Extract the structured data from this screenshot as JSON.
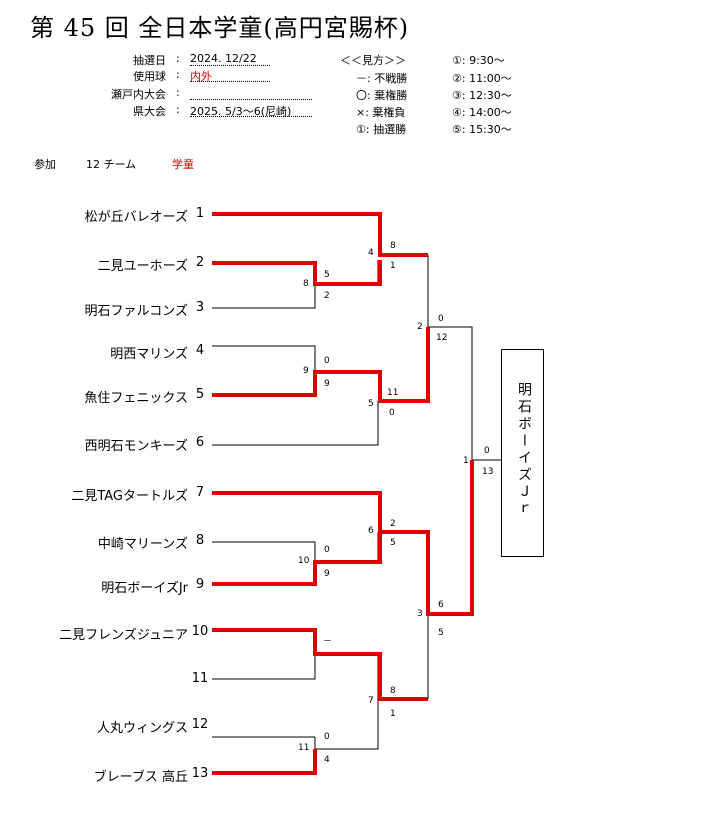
{
  "title": "第 45 回 全日本学童(高円宮賜杯)",
  "info": [
    {
      "label": "抽選日",
      "value": "2024. 12/22"
    },
    {
      "label": "使用球",
      "value": "内外"
    },
    {
      "label": "瀬戸内大会",
      "value": ""
    },
    {
      "label": "県大会",
      "value": "2025. 5/3～6(尼崎)"
    }
  ],
  "legend": {
    "heading": "＜＜見方＞＞",
    "items": [
      "－: 不戦勝",
      "〇: 棄権勝",
      "×: 棄権負",
      "①: 抽選勝"
    ]
  },
  "times": [
    "①:  9:30～",
    "②: 11:00～",
    "③: 12:30～",
    "④: 14:00～",
    "⑤: 15:30～"
  ],
  "participation": {
    "label": "参加",
    "count": "12 チーム",
    "category": "学童"
  },
  "teams": [
    {
      "name": "松が丘バレオーズ",
      "num": "1"
    },
    {
      "name": "二見ユーホーズ",
      "num": "2"
    },
    {
      "name": "明石ファルコンズ",
      "num": "3"
    },
    {
      "name": "明西マリンズ",
      "num": "4"
    },
    {
      "name": "魚住フェニックス",
      "num": "5"
    },
    {
      "name": "西明石モンキーズ",
      "num": "6"
    },
    {
      "name": "二見TAGタートルズ",
      "num": "7"
    },
    {
      "name": "中崎マリーンズ",
      "num": "8"
    },
    {
      "name": "明石ボーイズJr",
      "num": "9"
    },
    {
      "name": "二見フレンズジュニア",
      "num": "10"
    },
    {
      "name": "",
      "num": "11"
    },
    {
      "name": "人丸ウィングス",
      "num": "12"
    },
    {
      "name": "ブレーブス 高丘",
      "num": "13"
    }
  ],
  "match_numbers": [
    "8",
    "4",
    "9",
    "5",
    "2",
    "10",
    "6",
    "7",
    "11",
    "3",
    "1"
  ],
  "scores": [
    "5",
    "2",
    "8",
    "1",
    "0",
    "9",
    "11",
    "0",
    "0",
    "12",
    "0",
    "9",
    "2",
    "5",
    "－",
    "8",
    "1",
    "0",
    "4",
    "6",
    "5",
    "0",
    "13"
  ],
  "champion": "明石ボーイズＪｒ"
}
